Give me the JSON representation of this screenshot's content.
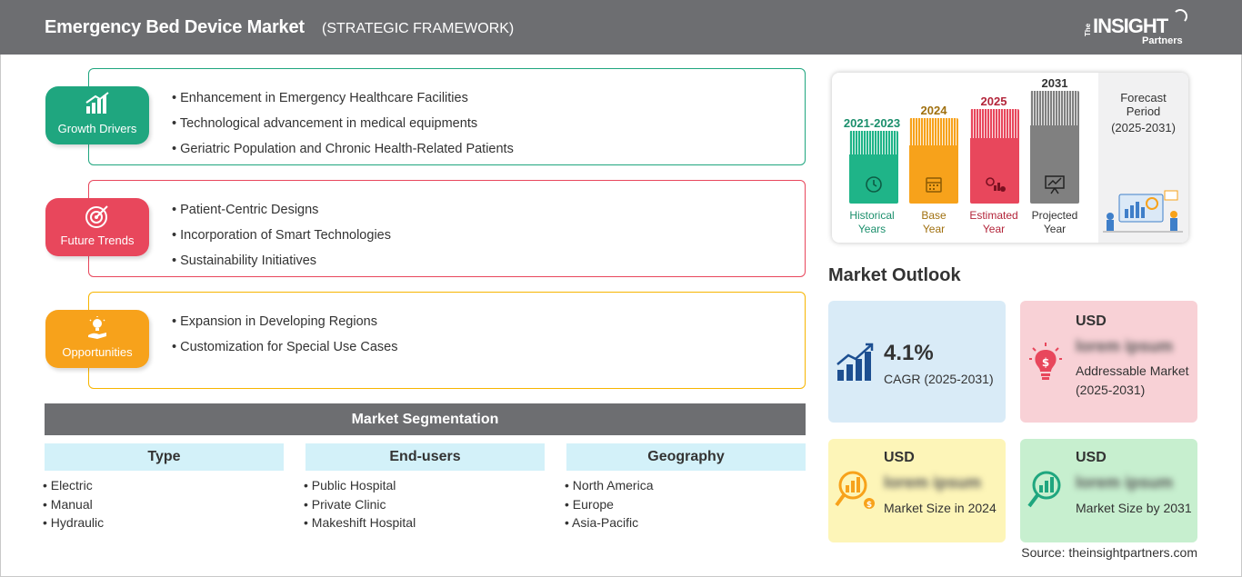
{
  "header": {
    "title": "Emergency Bed Device Market",
    "subtitle": "(STRATEGIC FRAMEWORK)",
    "logo": {
      "the": "The",
      "insight": "INSIGHT",
      "partners": "Partners"
    }
  },
  "drivers": [
    {
      "label": "Growth Drivers",
      "color": "#1fa67f",
      "items": [
        "Enhancement in Emergency Healthcare Facilities",
        "Technological advancement in medical equipments",
        "Geriatric Population and Chronic Health-Related Patients"
      ]
    },
    {
      "label": "Future Trends",
      "color": "#e8475c",
      "items": [
        "Patient-Centric Designs",
        "Incorporation of Smart Technologies",
        "Sustainability Initiatives"
      ]
    },
    {
      "label": "Opportunities",
      "color": "#f7a21b",
      "items": [
        "Expansion in Developing Regions",
        "Customization for Special Use Cases"
      ]
    }
  ],
  "segmentation": {
    "title": "Market Segmentation",
    "columns": [
      {
        "title": "Type",
        "items": [
          "Electric",
          "Manual",
          "Hydraulic"
        ]
      },
      {
        "title": "End-users",
        "items": [
          "Public Hospital",
          "Private Clinic",
          "Makeshift Hospital"
        ]
      },
      {
        "title": "Geography",
        "items": [
          "North America",
          "Europe",
          "Asia-Pacific"
        ]
      }
    ]
  },
  "timeline": {
    "bars": [
      {
        "year": "2021-2023",
        "caption": [
          "Historical",
          "Years"
        ],
        "color": "#1fb488",
        "text_color": "#1b8f6c"
      },
      {
        "year": "2024",
        "caption": [
          "Base",
          "Year"
        ],
        "color": "#f7a21b",
        "text_color": "#a0700f"
      },
      {
        "year": "2025",
        "caption": [
          "Estimated",
          "Year"
        ],
        "color": "#e8475c",
        "text_color": "#b3253a"
      },
      {
        "year": "2031",
        "caption": [
          "Projected",
          "Year"
        ],
        "color": "#808080",
        "text_color": "#333333"
      }
    ],
    "forecast": [
      "Forecast",
      "Period",
      "(2025-2031)"
    ]
  },
  "outlook": {
    "title": "Market Outlook",
    "cagr": {
      "value": "4.1%",
      "label": "CAGR (2025-2031)"
    },
    "addressable": {
      "currency": "USD",
      "value": "lorem ipsum",
      "label": "Addressable Market (2025-2031)"
    },
    "size_2024": {
      "currency": "USD",
      "value": "lorem ipsum",
      "label": "Market Size in 2024"
    },
    "size_2031": {
      "currency": "USD",
      "value": "lorem ipsum",
      "label": "Market Size by 2031"
    }
  },
  "source": "Source: theinsightpartners.com"
}
